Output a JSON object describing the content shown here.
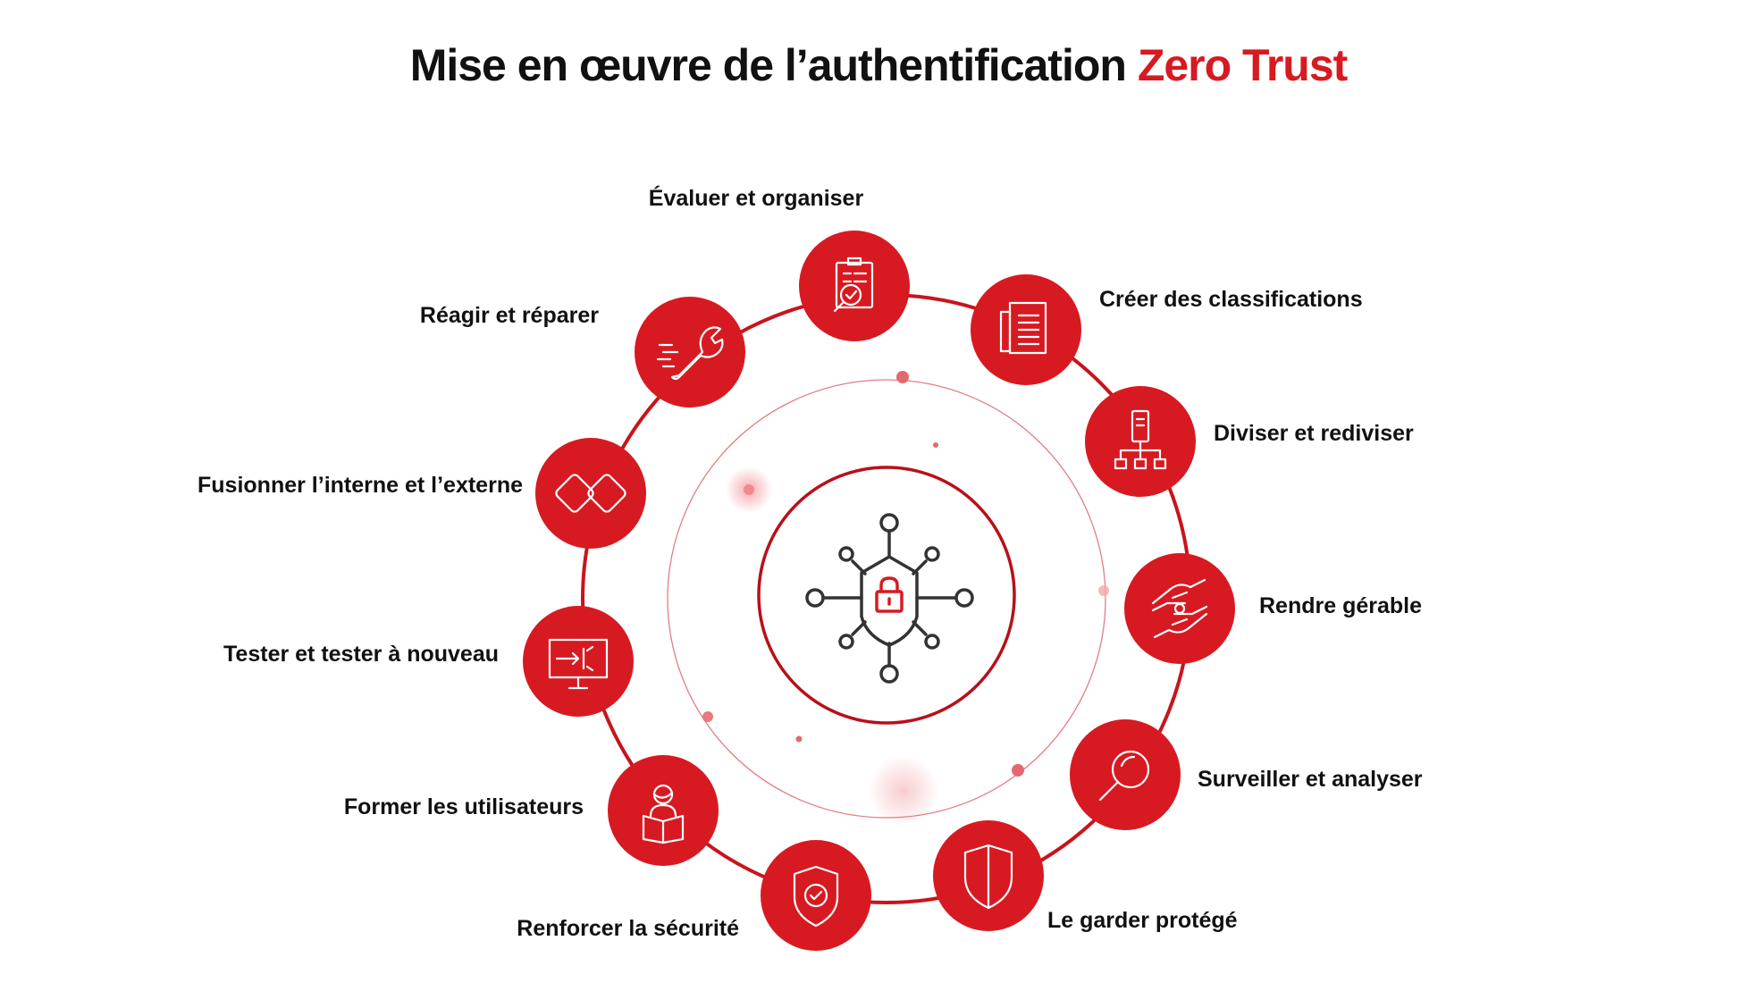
{
  "title": {
    "prefix": "Mise en œuvre de l’authentification ",
    "highlight": "Zero Trust"
  },
  "colors": {
    "accent": "#d71a21",
    "ring": "#c8141c",
    "text": "#111111",
    "center_icon": "#333333"
  },
  "center": {
    "icon": "network-shield-lock-icon"
  },
  "steps": [
    {
      "label": "Évaluer et organiser",
      "icon": "clipboard-magnifier-icon"
    },
    {
      "label": "Créer des classifications",
      "icon": "documents-icon"
    },
    {
      "label": "Diviser et rediviser",
      "icon": "hierarchy-icon"
    },
    {
      "label": "Rendre gérable",
      "icon": "hands-icon"
    },
    {
      "label": "Surveiller et analyser",
      "icon": "magnifier-icon"
    },
    {
      "label": "Le garder protégé",
      "icon": "shield-icon"
    },
    {
      "label": "Renforcer la sécurité",
      "icon": "shield-check-icon"
    },
    {
      "label": "Former les utilisateurs",
      "icon": "user-book-icon"
    },
    {
      "label": "Tester et tester à nouveau",
      "icon": "monitor-test-icon"
    },
    {
      "label": "Fusionner l’interne et l’externe",
      "icon": "merge-squares-icon"
    },
    {
      "label": "Réagir et réparer",
      "icon": "wrench-icon"
    }
  ]
}
